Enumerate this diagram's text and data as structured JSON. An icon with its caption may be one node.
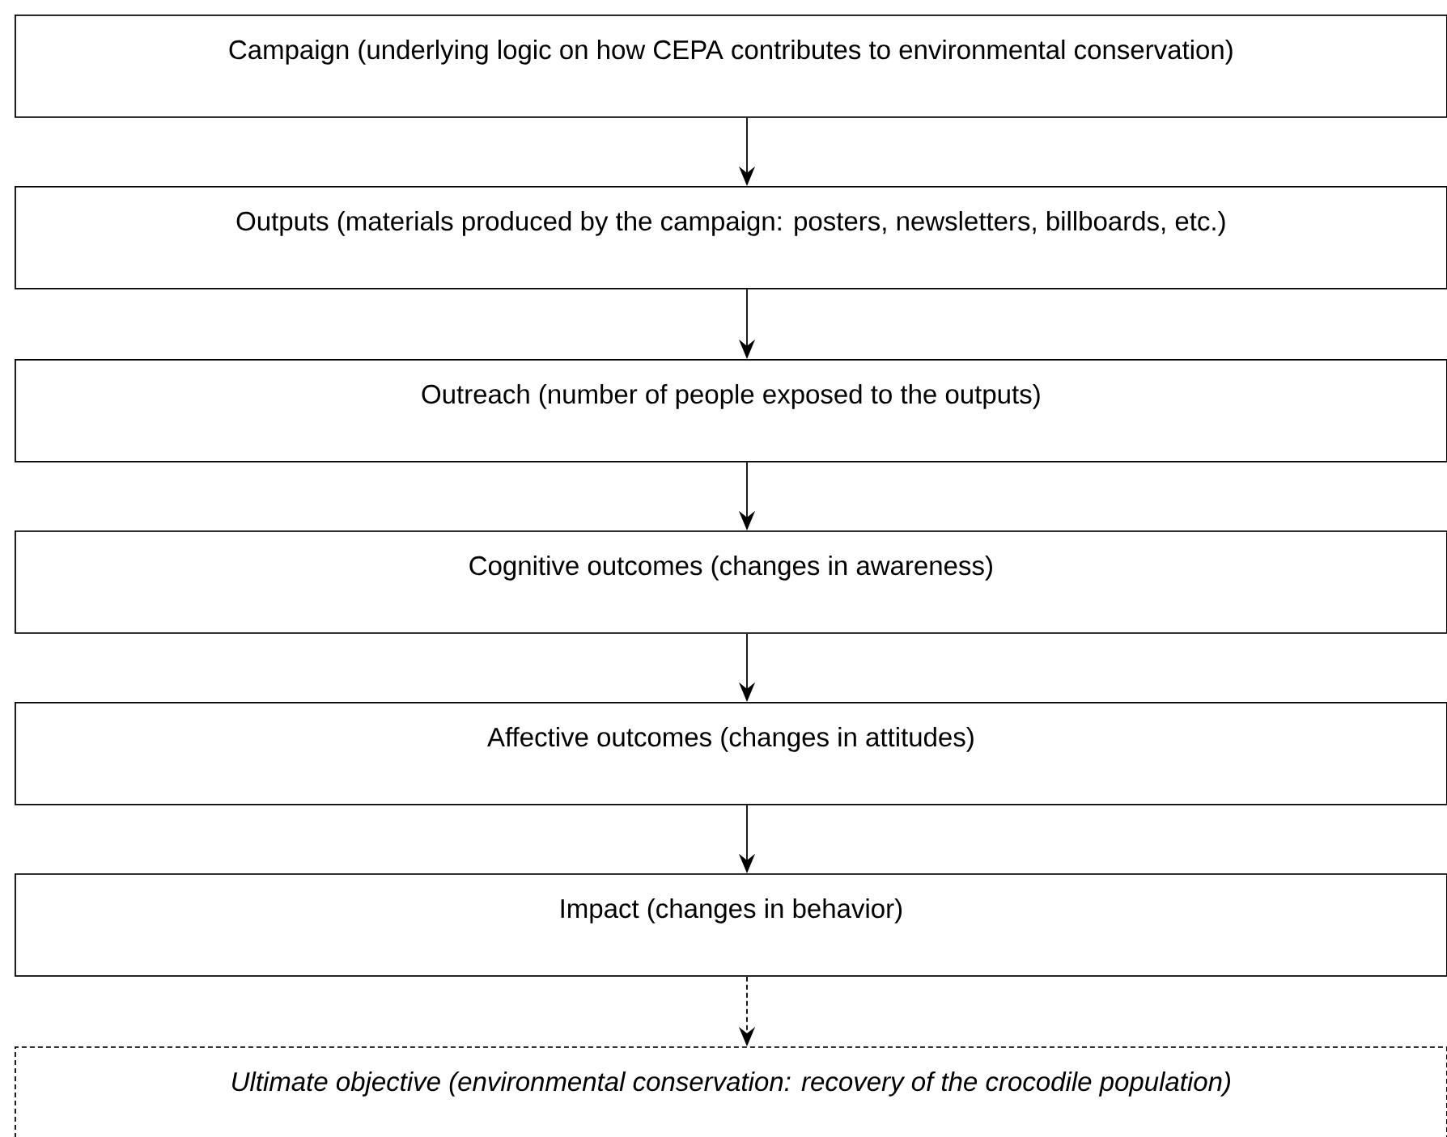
{
  "diagram": {
    "nodes": [
      {
        "text": [
          "Campaign (underlying logic on how CEPA contributes to environmental conservation)"
        ]
      },
      {
        "text": [
          "Outputs (materials produced by the campaign: posters, newsletters, billboards, etc.)"
        ]
      },
      {
        "text": [
          "Outreach (number of people exposed to the outputs)"
        ]
      },
      {
        "text": [
          "Cognitive outcomes (changes in awareness)"
        ]
      },
      {
        "text": [
          "Affective outcomes (changes in attitudes)"
        ]
      },
      {
        "text": [
          "Impact (changes in behavior)"
        ]
      },
      {
        "text": [
          "Ultimate objective (environmental conservation: recovery of the crocodile population)"
        ]
      }
    ],
    "edges": [
      {
        "from": 0,
        "to": 1,
        "arrow": "to"
      },
      {
        "from": 1,
        "to": 2,
        "arrow": "to"
      },
      {
        "from": 2,
        "to": 3,
        "arrow": "to"
      },
      {
        "from": 3,
        "to": 4,
        "arrow": "to"
      },
      {
        "from": 4,
        "to": 5,
        "arrow": "to"
      },
      {
        "from": 5,
        "to": 6,
        "arrow": "to",
        "style": "dashed"
      }
    ]
  }
}
